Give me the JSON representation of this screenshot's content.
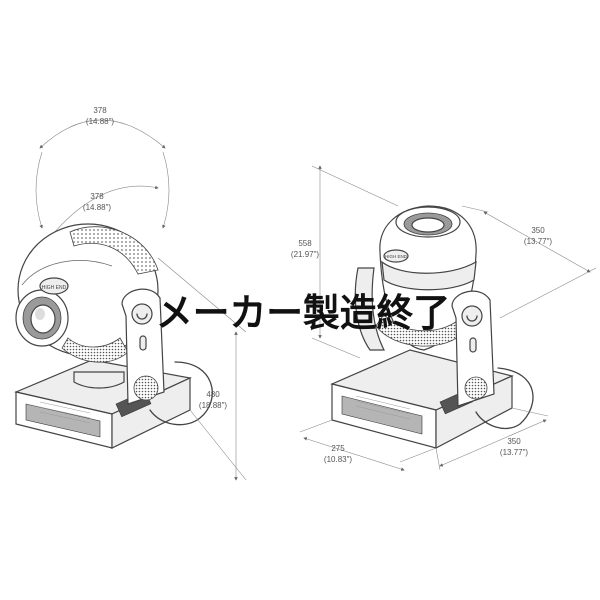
{
  "left_drawing": {
    "arc_top": {
      "mm": "378",
      "inch": "(14.88\")"
    },
    "arc_inner": {
      "mm": "378",
      "inch": "(14.88\")"
    },
    "height": {
      "mm": "480",
      "inch": "(18.88\")"
    },
    "logo_text": "HIGH END"
  },
  "right_drawing": {
    "height": {
      "mm": "558",
      "inch": "(21.97\")"
    },
    "depth_top": {
      "mm": "350",
      "inch": "(13.77\")"
    },
    "base_width": {
      "mm": "275",
      "inch": "(10.83\")"
    },
    "base_depth": {
      "mm": "350",
      "inch": "(13.77\")"
    },
    "logo_text": "HIGH END"
  },
  "overlay": {
    "text": "メーカー製造終了"
  },
  "colors": {
    "line": "#444444",
    "dimension_text": "#555555",
    "overlay_text": "#111111",
    "background": "#ffffff"
  }
}
